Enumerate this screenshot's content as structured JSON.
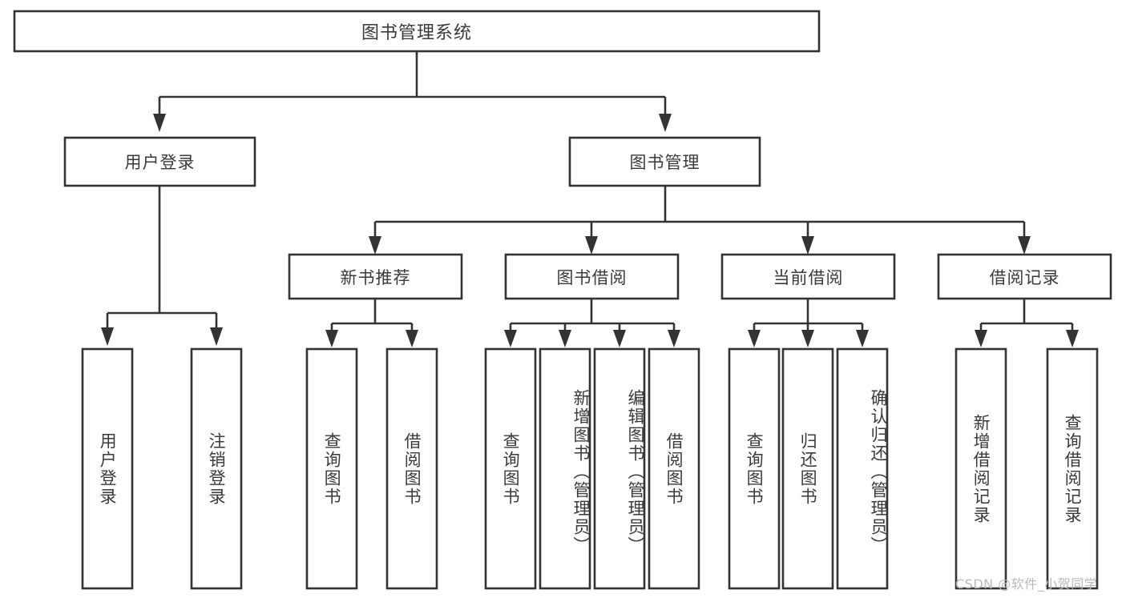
{
  "diagram": {
    "type": "tree-hierarchy-chart",
    "title": "图书管理系统",
    "watermark": "CSDN @软件_小贺同学",
    "colors": {
      "stroke": "#333333",
      "box_fill": "#ffffff",
      "text": "#3a3a3a",
      "background": "#ffffff",
      "watermark": "#b9b9b9"
    },
    "root": {
      "label": "图书管理系统"
    },
    "level2": [
      {
        "label": "用户登录"
      },
      {
        "label": "图书管理"
      }
    ],
    "level3": [
      {
        "label": "新书推荐"
      },
      {
        "label": "图书借阅"
      },
      {
        "label": "当前借阅"
      },
      {
        "label": "借阅记录"
      }
    ],
    "leaves": {
      "user_login": [
        {
          "label": "用户登录"
        },
        {
          "label": "注销登录"
        }
      ],
      "new_book_recommend": [
        {
          "label": "查询图书"
        },
        {
          "label": "借阅图书"
        }
      ],
      "book_borrow": [
        {
          "label": "查询图书"
        },
        {
          "label": "新增图书（管理员）"
        },
        {
          "label": "编辑图书（管理员）"
        },
        {
          "label": "借阅图书"
        }
      ],
      "current_borrow": [
        {
          "label": "查询图书"
        },
        {
          "label": "归还图书"
        },
        {
          "label": "确认归还（管理员）"
        }
      ],
      "borrow_record": [
        {
          "label": "新增借阅记录"
        },
        {
          "label": "查询借阅记录"
        }
      ]
    }
  }
}
